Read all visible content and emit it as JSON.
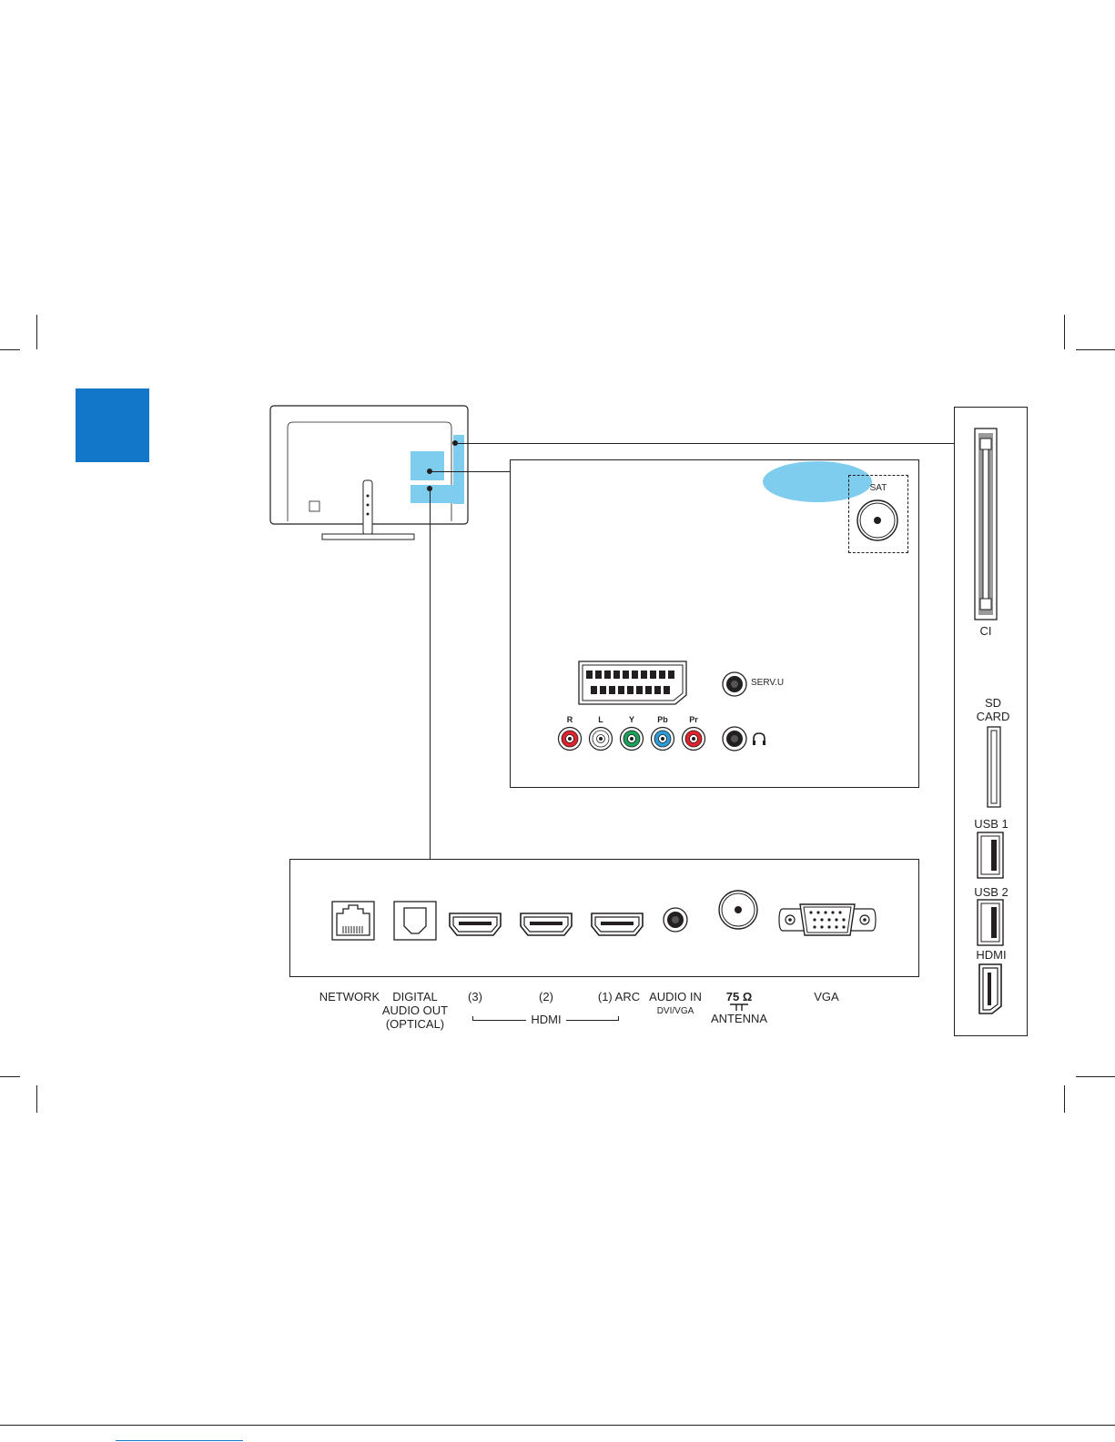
{
  "accent_color": "#1377c9",
  "highlight_color": "#7fcdee",
  "bottom_panel": {
    "labels": {
      "network": "NETWORK",
      "digital_audio_out": [
        "DIGITAL",
        "AUDIO OUT",
        "(OPTICAL)"
      ],
      "hdmi3": "(3)",
      "hdmi2": "(2)",
      "hdmi1": "(1) ARC",
      "hdmi_group": "HDMI",
      "audio_in": "AUDIO IN",
      "audio_in_sub": "DVI/VGA",
      "antenna_ohm": "75 Ω",
      "antenna": "ANTENNA",
      "vga": "VGA"
    }
  },
  "middle_panel": {
    "sat": "SAT",
    "serv_u": "SERV.U",
    "rca": [
      "R",
      "L",
      "Y",
      "Pb",
      "Pr"
    ],
    "rca_colors": [
      "#e2222a",
      "#ffffff",
      "#1aa05a",
      "#2b9bd8",
      "#e2222a"
    ]
  },
  "side_panel": {
    "ci": "CI",
    "sd_card": [
      "SD",
      "CARD"
    ],
    "usb1": "USB 1",
    "usb2": "USB 2",
    "hdmi": "HDMI"
  }
}
